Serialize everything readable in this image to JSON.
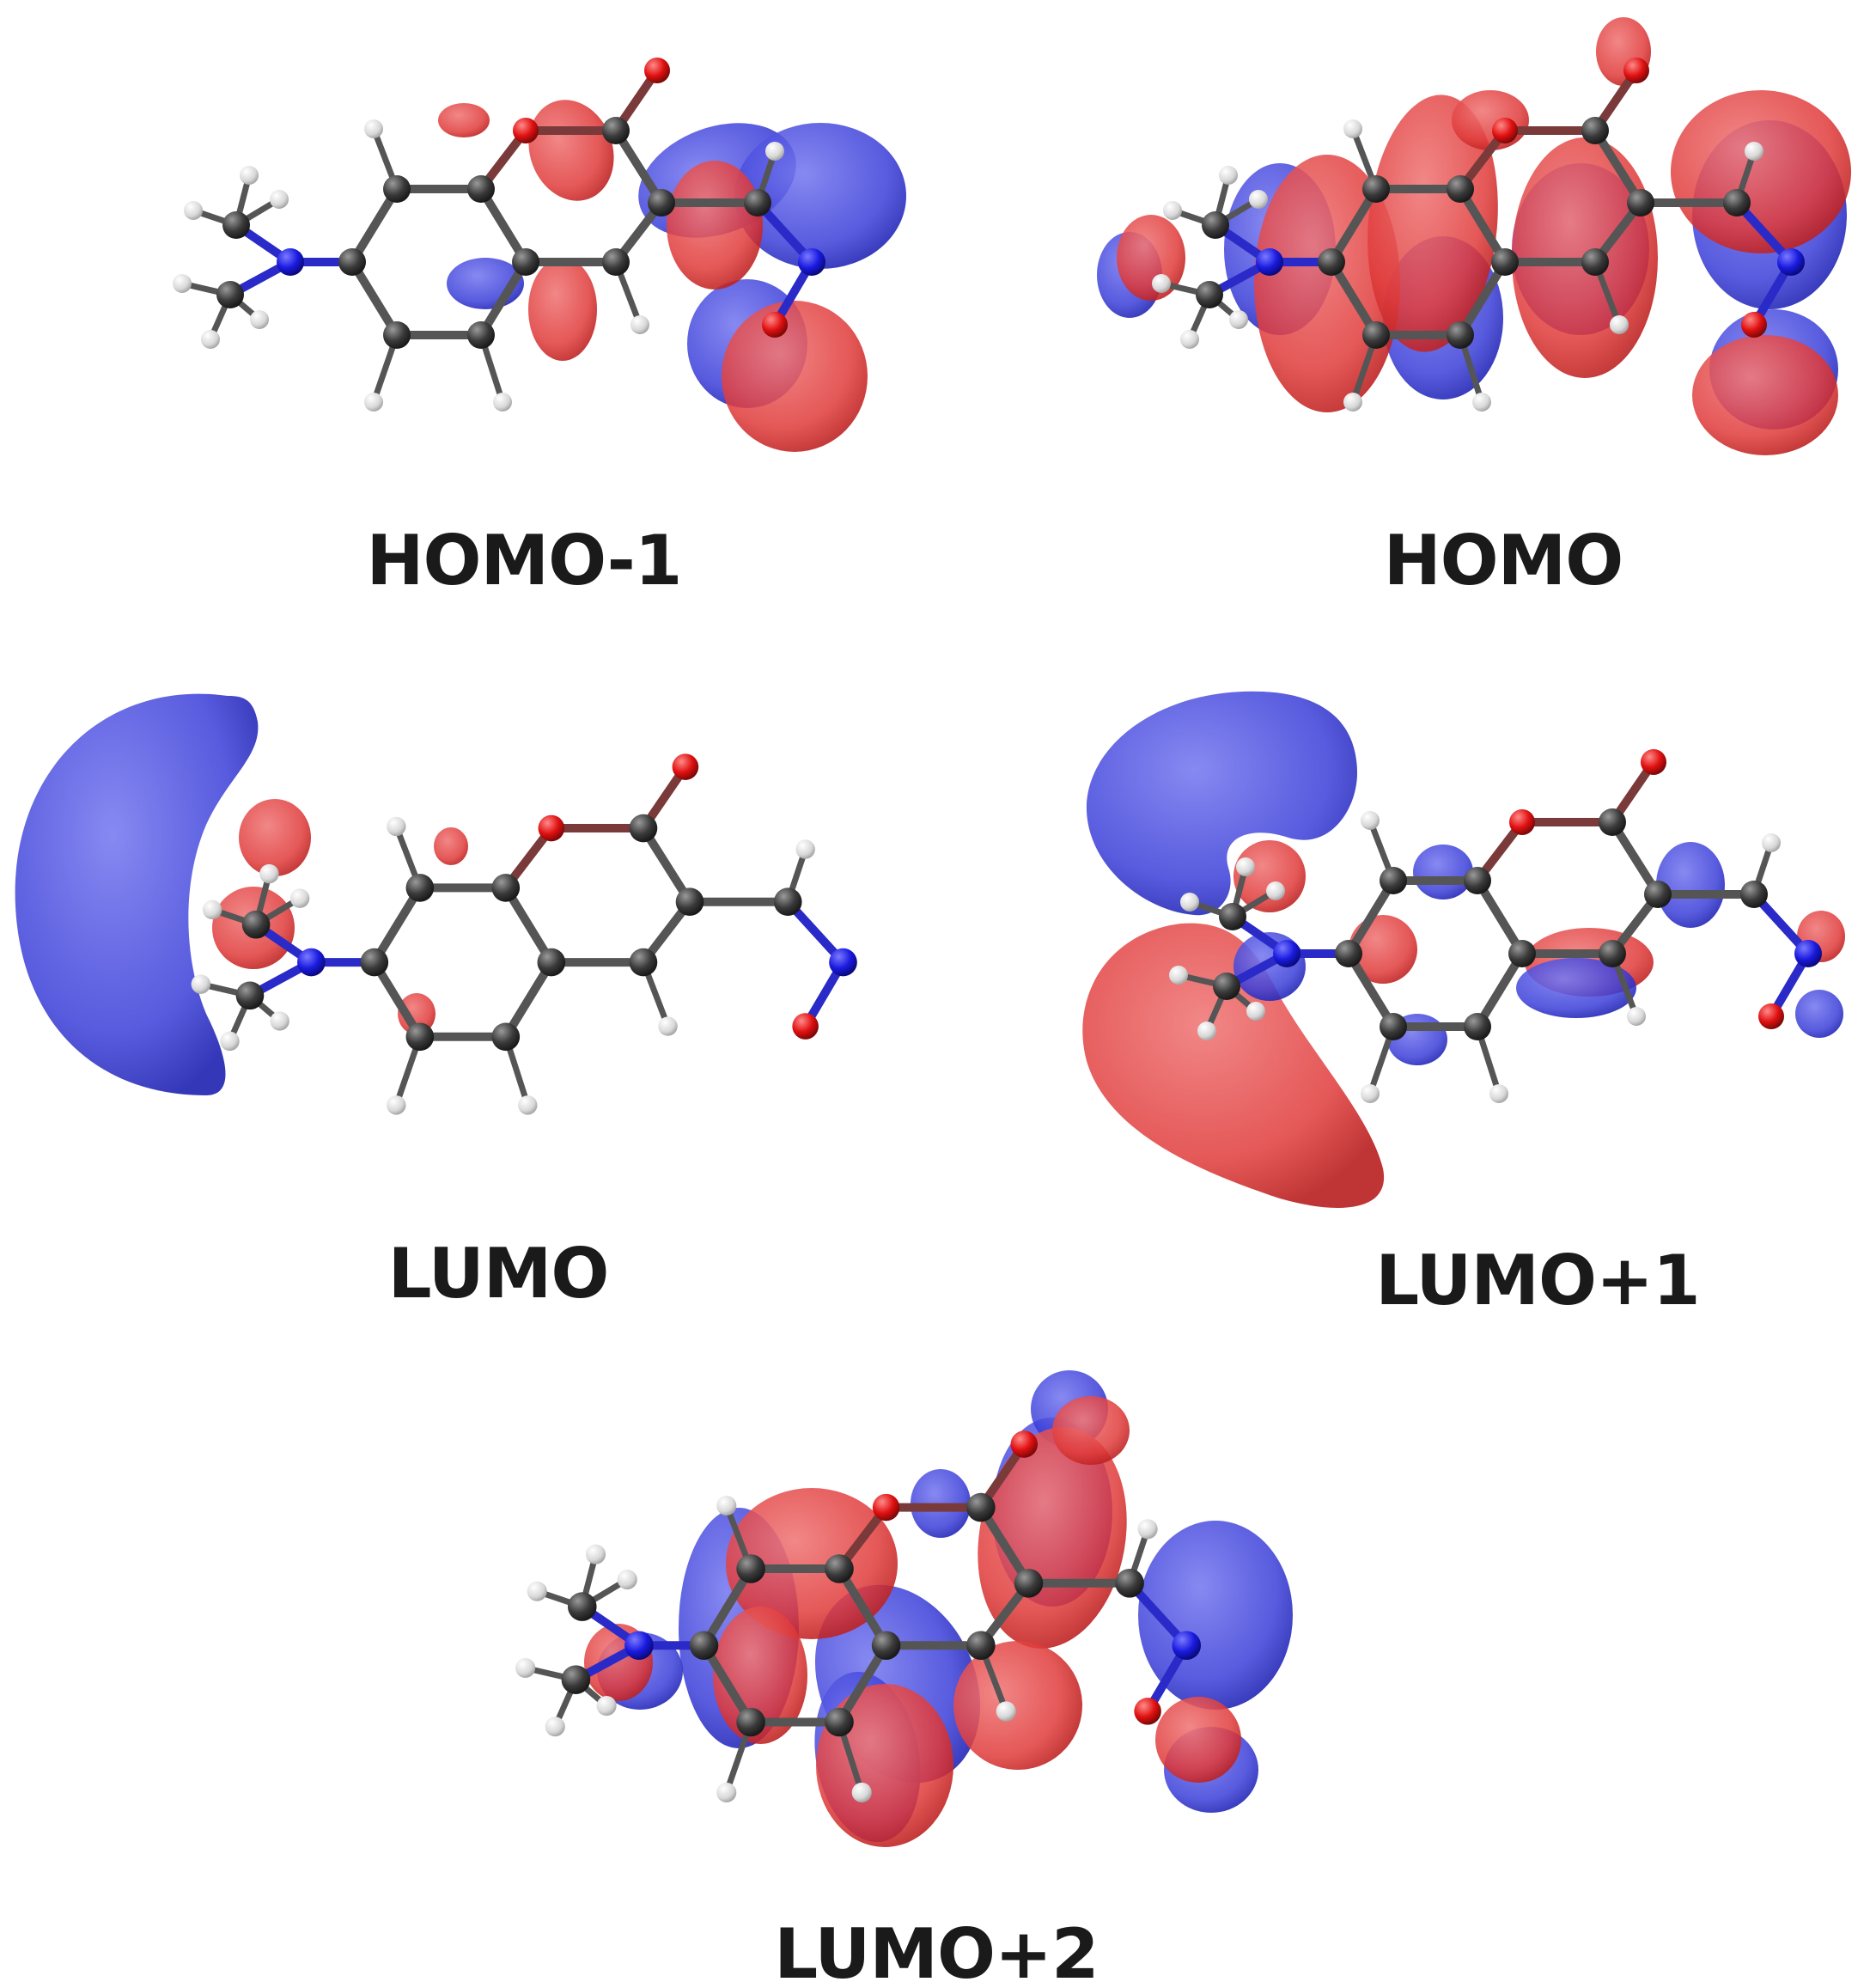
{
  "figure": {
    "panels": [
      {
        "id": "homo-1",
        "label": "HOMO-1"
      },
      {
        "id": "homo",
        "label": "HOMO"
      },
      {
        "id": "lumo",
        "label": "LUMO"
      },
      {
        "id": "lumo+1",
        "label": "LUMO+1"
      },
      {
        "id": "lumo+2",
        "label": "LUMO+2"
      }
    ]
  },
  "colors": {
    "positive_lobe": "#e03a3a",
    "negative_lobe": "#3b3fd8",
    "carbon": "#3a3a3a",
    "hydrogen": "#e6e6e6",
    "nitrogen": "#1a1ae0",
    "oxygen": "#e01010",
    "bond": "#555555",
    "background": "#ffffff"
  }
}
